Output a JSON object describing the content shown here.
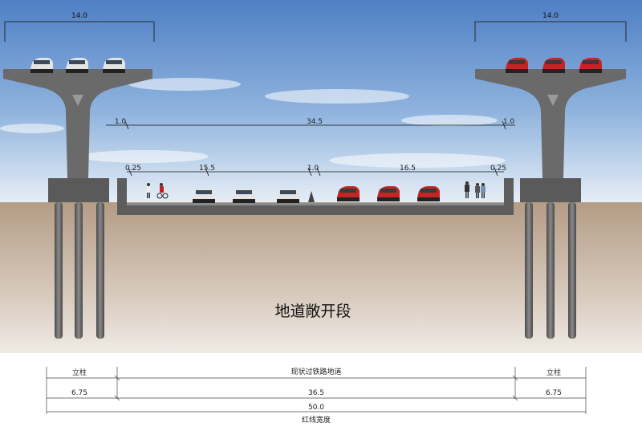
{
  "section_title": "地道敞开段",
  "top_widths": {
    "left": "14.0",
    "right": "14.0"
  },
  "inner_dims": {
    "left_wall": "1.0",
    "span": "34.5",
    "right_wall": "1.0",
    "sidewalk_left": "0.25",
    "lane_left": "15.5",
    "median": "1.0",
    "lane_right": "16.5",
    "sidewalk_right": "0.25"
  },
  "bottom_table": {
    "col_left_label": "立柱",
    "col_mid_label": "现状过铁路地道",
    "col_right_label": "立柱",
    "col_left_value": "6.75",
    "col_mid_value": "36.5",
    "col_right_value": "6.75",
    "total_value": "50.0",
    "total_label": "红线宽度"
  },
  "colors": {
    "sky_top": "#5f8fd0",
    "sky_bottom": "#dbe8f4",
    "soil": "#bfa893",
    "concrete": "#6f6f6f",
    "car_white": "#e8e8e8",
    "car_red": "#c62424"
  }
}
